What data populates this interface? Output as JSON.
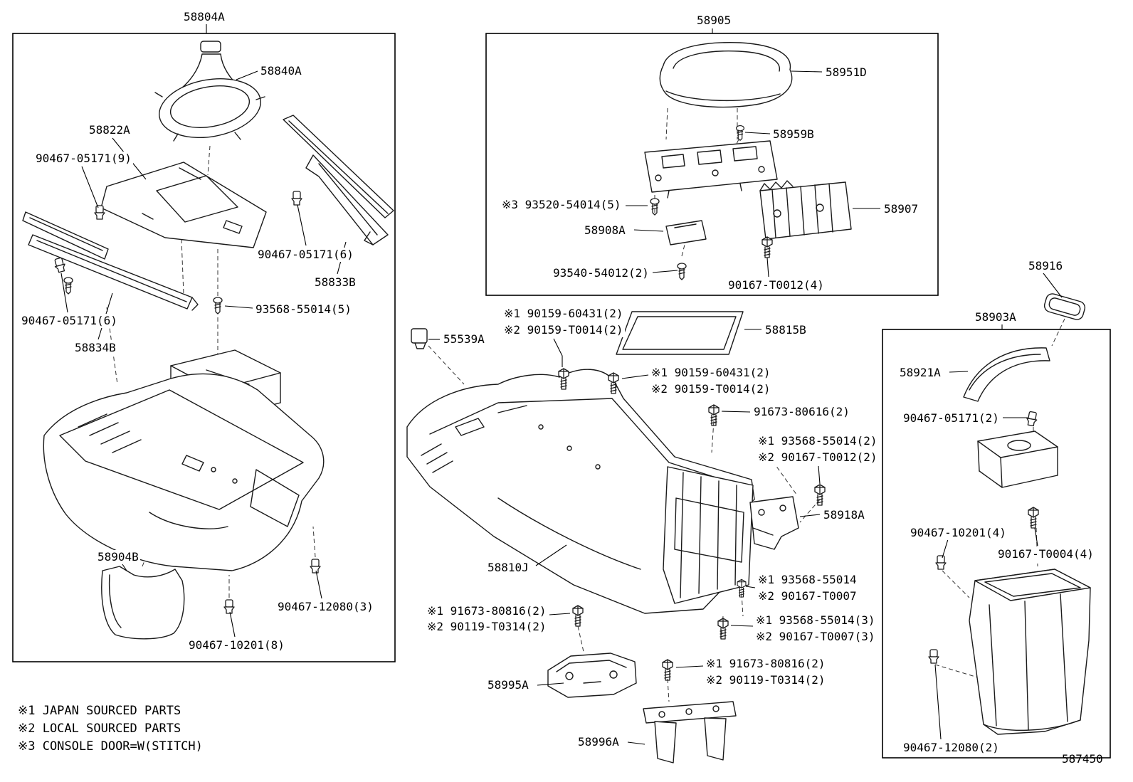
{
  "diagram": {
    "code": "587450",
    "notes": [
      "※1 JAPAN SOURCED PARTS",
      "※2 LOCAL SOURCED PARTS",
      "※3 CONSOLE DOOR=W(STITCH)"
    ]
  },
  "labels": [
    {
      "text": "58804A"
    },
    {
      "text": "58840A"
    },
    {
      "text": "58822A"
    },
    {
      "text": "90467-05171(9)"
    },
    {
      "text": "90467-05171(6)"
    },
    {
      "text": "58833B"
    },
    {
      "text": "93568-55014(5)"
    },
    {
      "text": "90467-05171(6)"
    },
    {
      "text": "58834B"
    },
    {
      "text": "58904B"
    },
    {
      "text": "90467-12080(3)"
    },
    {
      "text": "90467-10201(8)"
    },
    {
      "text": "58905"
    },
    {
      "text": "58951D"
    },
    {
      "text": "58959B"
    },
    {
      "text": "※3 93520-54014(5)"
    },
    {
      "text": "58907"
    },
    {
      "text": "58908A"
    },
    {
      "text": "93540-54012(2)"
    },
    {
      "text": "90167-T0012(4)"
    },
    {
      "text": "※1 90159-60431(2)"
    },
    {
      "text": "※2 90159-T0014(2)"
    },
    {
      "text": "58815B"
    },
    {
      "text": "55539A"
    },
    {
      "text": "※1 90159-60431(2)"
    },
    {
      "text": "※2 90159-T0014(2)"
    },
    {
      "text": "91673-80616(2)"
    },
    {
      "text": "※1 93568-55014(2)"
    },
    {
      "text": "※2 90167-T0012(2)"
    },
    {
      "text": "58918A"
    },
    {
      "text": "58810J"
    },
    {
      "text": "※1 93568-55014"
    },
    {
      "text": "※2 90167-T0007"
    },
    {
      "text": "※1 91673-80816(2)"
    },
    {
      "text": "※2 90119-T0314(2)"
    },
    {
      "text": "※1 93568-55014(3)"
    },
    {
      "text": "※2 90167-T0007(3)"
    },
    {
      "text": "58995A"
    },
    {
      "text": "※1 91673-80816(2)"
    },
    {
      "text": "※2 90119-T0314(2)"
    },
    {
      "text": "58996A"
    },
    {
      "text": "58916"
    },
    {
      "text": "58903A"
    },
    {
      "text": "58921A"
    },
    {
      "text": "90467-05171(2)"
    },
    {
      "text": "90467-10201(4)"
    },
    {
      "text": "90167-T0004(4)"
    },
    {
      "text": "90467-12080(2)"
    }
  ]
}
